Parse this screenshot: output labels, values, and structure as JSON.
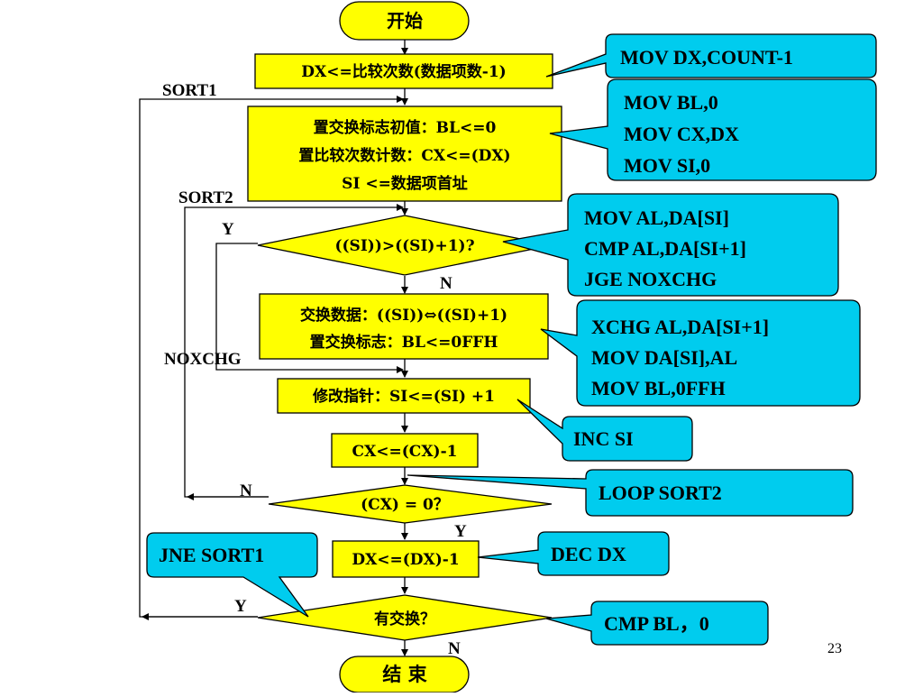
{
  "flowchart": {
    "start": "开始",
    "end": "结  束",
    "step_init_dx": "DX<=比较次数(数据项数-1)",
    "step_init_flags": [
      "置交换标志初值：BL<=0",
      "置比较次数计数：CX<=(DX)",
      "SI <=数据项首址"
    ],
    "decision_compare": "((SI))>((SI)+1)?",
    "step_swap": [
      "交换数据：((SI))⇔((SI)+1)",
      "置交换标志：BL<=0FFH"
    ],
    "step_pointer": "修改指针：SI<=(SI) +1",
    "step_dec_cx": "CX<=(CX)-1",
    "decision_cx": "(CX) = 0？",
    "step_dec_dx": "DX<=(DX)-1",
    "decision_swapped": "有交换？"
  },
  "labels": {
    "sort1": "SORT1",
    "sort2": "SORT2",
    "noxchg": "NOXCHG",
    "compare_yes": "Y",
    "compare_no": "N",
    "cx_no": "N",
    "cx_yes": "Y",
    "swapped_yes": "Y",
    "swapped_no": "N"
  },
  "callouts": {
    "c1": [
      "MOV DX,COUNT-1"
    ],
    "c2": [
      "MOV BL,0",
      "MOV CX,DX",
      "MOV SI,0"
    ],
    "c3": [
      "MOV  AL,DA[SI]",
      "CMP  AL,DA[SI+1]",
      "JGE  NOXCHG"
    ],
    "c4": [
      "XCHG AL,DA[SI+1]",
      "MOV  DA[SI],AL",
      "MOV  BL,0FFH"
    ],
    "c5": [
      "INC SI"
    ],
    "c6": [
      "LOOP SORT2"
    ],
    "c7": [
      "DEC DX"
    ],
    "c8": [
      "JNE SORT1"
    ],
    "c9": [
      "CMP BL，0"
    ]
  },
  "page_number": "23",
  "colors": {
    "node_fill": "#ffff00",
    "callout_fill": "#00ccee",
    "stroke": "#000000"
  }
}
